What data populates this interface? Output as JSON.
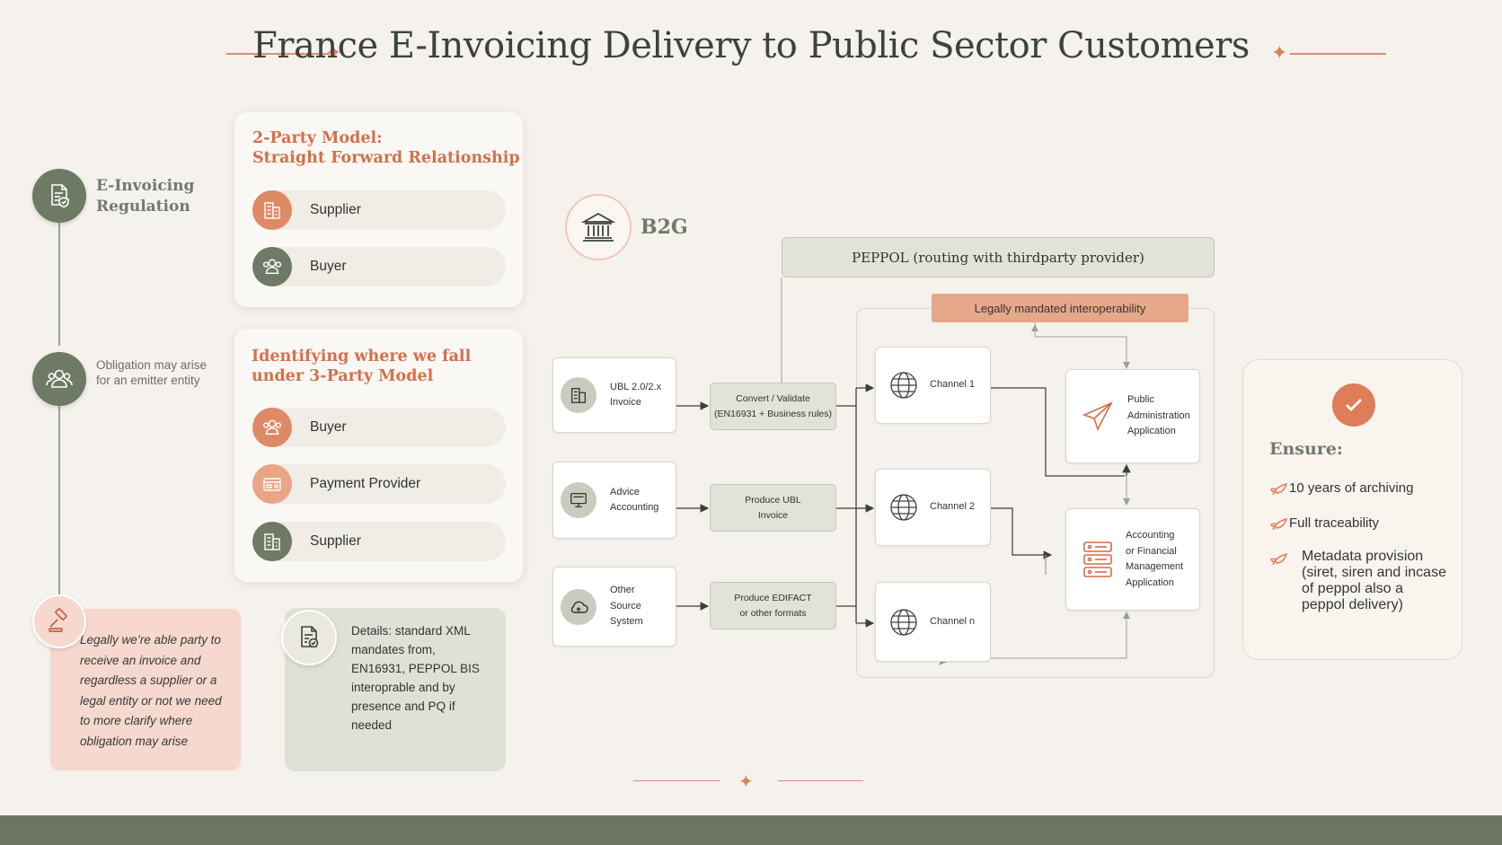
{
  "title": "France E-Invoicing Delivery to Public Sector Customers",
  "timeline": {
    "regulation_label": "E-Invoicing Regulation",
    "obligation_text": "Obligation may arise for an emitter entity",
    "legal_note": "Legally we’re able party to receive an invoice and regardless a supplier or a legal entity or not we need to more clarify where obligation may arise"
  },
  "two_party": {
    "title_line1": "2-Party Model:",
    "title_line2": "Straight Forward Relationship",
    "items": [
      "Supplier",
      "Buyer"
    ]
  },
  "three_party": {
    "title_line1": "Identifying where we fall",
    "title_line2": "under 3-Party Model",
    "items": [
      "Buyer",
      "Payment Provider",
      "Supplier"
    ]
  },
  "details": {
    "text": "Details: standard XML mandates from, EN16931, PEPPOL BIS interoprable and by presence and PQ if needed"
  },
  "b2g": {
    "label": "B2G"
  },
  "flow": {
    "peppol_label": "PEPPOL (routing with thirdparty provider)",
    "mandate_label": "Legally mandated interoperability",
    "sources": [
      {
        "line1": "UBL 2.0/2.x",
        "line2": "Invoice",
        "line3": ""
      },
      {
        "line1": "Advice",
        "line2": "Accounting",
        "line3": ""
      },
      {
        "line1": "Other",
        "line2": "Source",
        "line3": "System"
      }
    ],
    "processes": [
      {
        "line1": "Convert / Validate",
        "line2": "(EN16931 + Business rules)"
      },
      {
        "line1": "Produce UBL",
        "line2": "Invoice"
      },
      {
        "line1": "Produce EDIFACT",
        "line2": "or other formats"
      }
    ],
    "channels": [
      "Channel 1",
      "Channel 2",
      "Channel n"
    ],
    "targets": [
      {
        "line1": "Public",
        "line2": "Administration",
        "line3": "Application",
        "line4": ""
      },
      {
        "line1": "Accounting",
        "line2": "or Financial",
        "line3": "Management",
        "line4": "Application"
      }
    ]
  },
  "ensure": {
    "title": "Ensure:",
    "items": [
      {
        "line1": "10 years of archiving",
        "line2": "",
        "line3": "",
        "line4": ""
      },
      {
        "line1": "Full traceability",
        "line2": "",
        "line3": "",
        "line4": ""
      },
      {
        "line1": "Metadata provision",
        "line2": "(siret, siren and incase",
        "line3": "of peppol also a",
        "line4": "peppol delivery)"
      }
    ]
  },
  "colors": {
    "accent_orange": "#de7d57",
    "sage_green": "#6e7a66",
    "background": "#f5f1ec",
    "footer": "#6b7560"
  }
}
